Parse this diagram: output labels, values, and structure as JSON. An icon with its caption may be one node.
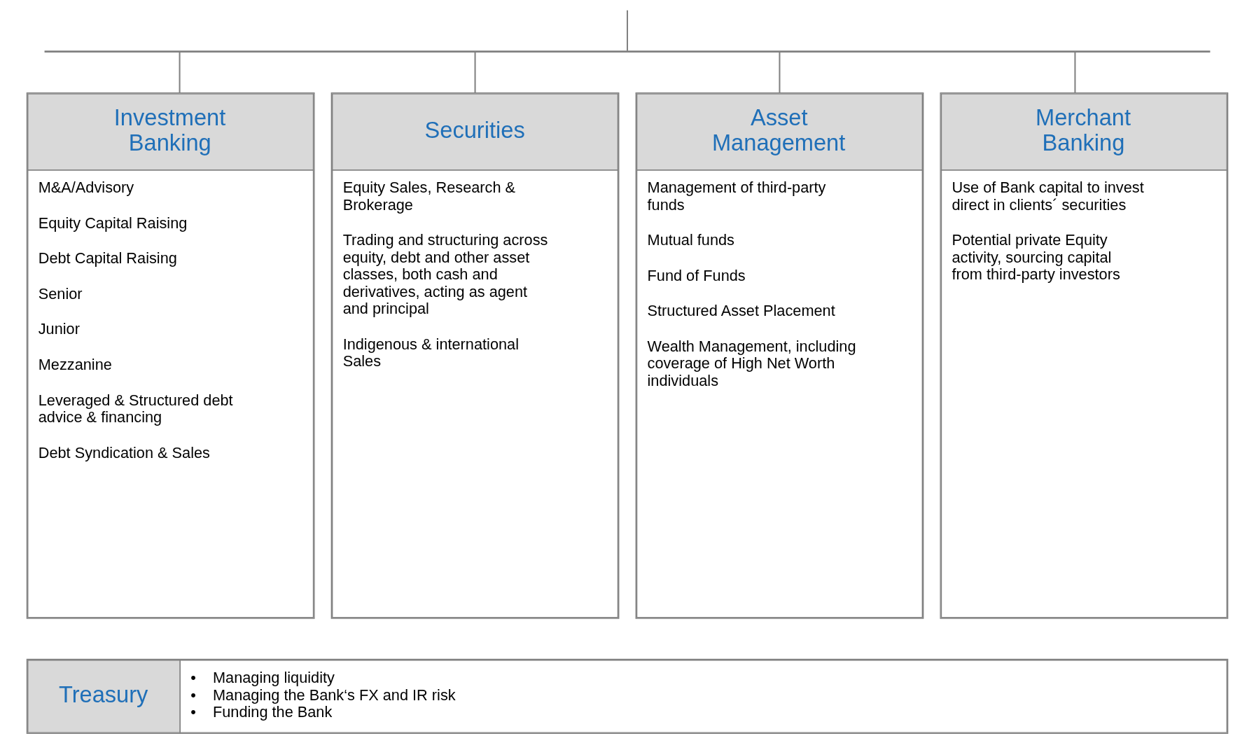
{
  "diagram": {
    "nodes": [
      {
        "text": [],
        "shape": "bar"
      },
      {
        "text": [
          "Investment Banking",
          "M&A/Advisory",
          "Equity Capital Raising",
          "Debt Capital Raising",
          "Senior",
          "Junior",
          "Mezzanine",
          "Leveraged & Structured debt advice & financing",
          "Debt Syndication & Sales"
        ]
      },
      {
        "text": [
          "Securities",
          "Equity Sales, Research & Brokerage",
          "Trading and structuring across equity, debt and other asset classes, both cash and derivatives, acting as agent and principal",
          "Indigenous & international Sales"
        ]
      },
      {
        "text": [
          "Asset Management",
          "Management of third-party funds",
          "Mutual funds",
          "Fund of Funds",
          "Structured Asset Placement",
          "Wealth Management, including coverage of High Net Worth individuals"
        ]
      },
      {
        "text": [
          "Merchant Banking",
          "Use of Bank capital to invest direct in clients´ securities",
          "Potential private Equity activity, sourcing capital from third-party investors"
        ]
      },
      {
        "text": [
          "Treasury",
          "•    Managing liquidity",
          "•    Managing the Bank‘s FX and IR risk",
          "•    Funding the Bank"
        ]
      }
    ],
    "edges": [
      {
        "from": null,
        "to": 0,
        "arrow": "none"
      },
      {
        "from": 0,
        "to": 1,
        "arrow": "none"
      },
      {
        "from": 0,
        "to": 2,
        "arrow": "none"
      },
      {
        "from": 0,
        "to": 3,
        "arrow": "none"
      },
      {
        "from": 0,
        "to": 4,
        "arrow": "none"
      }
    ]
  }
}
